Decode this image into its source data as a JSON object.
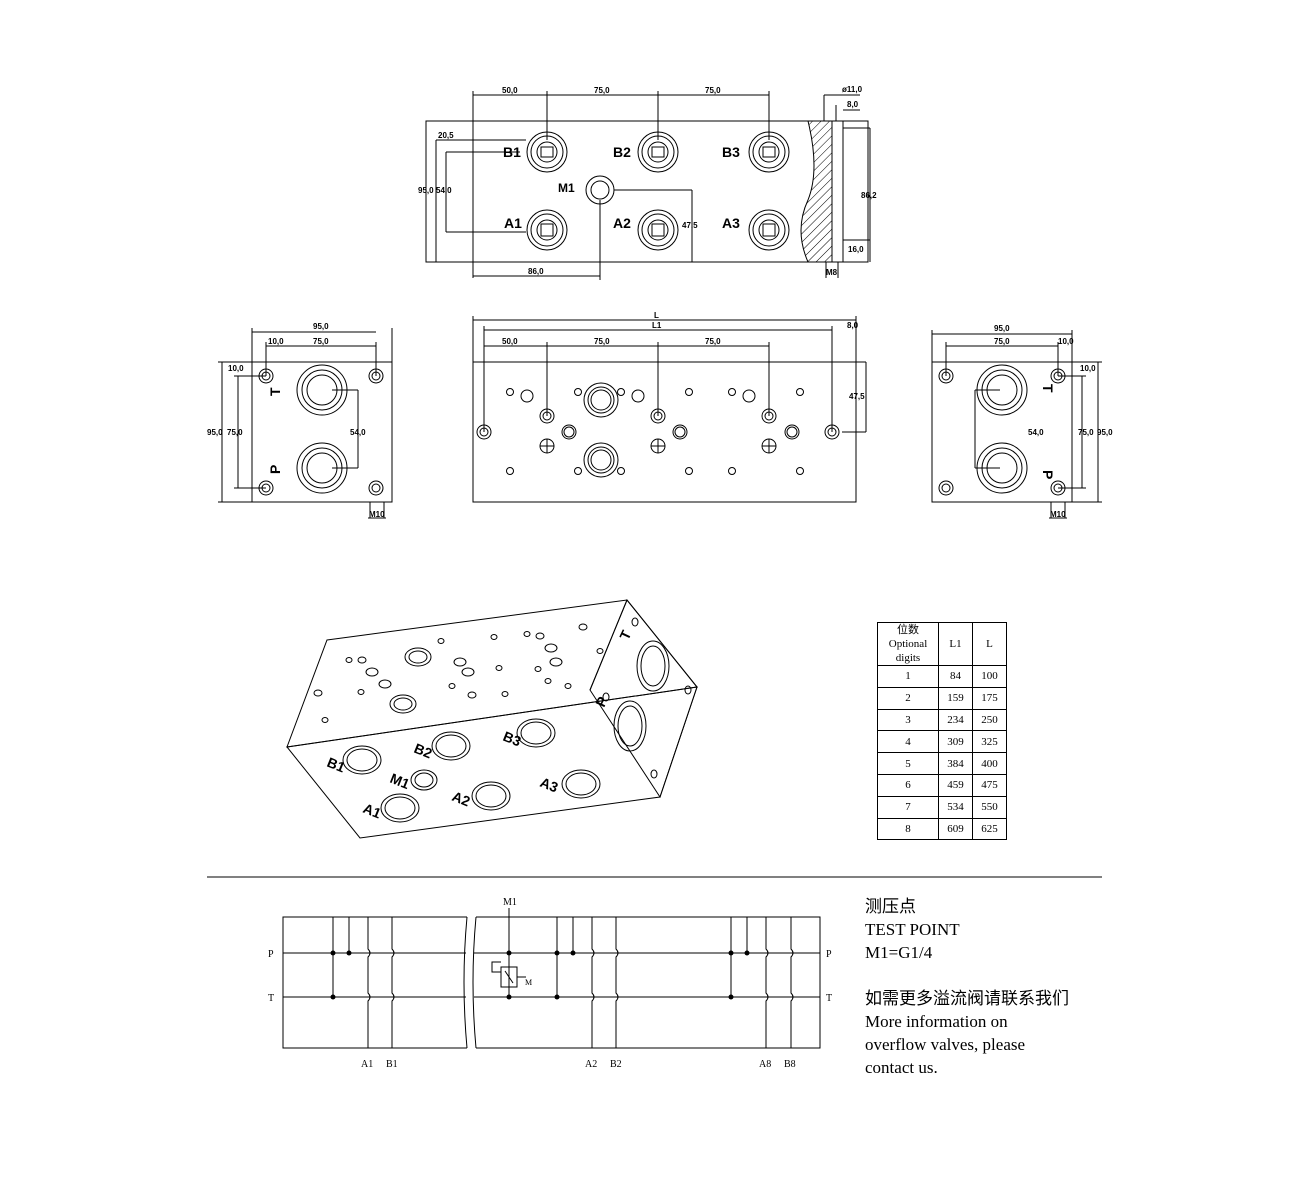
{
  "top_view": {
    "dims": {
      "d50": "50,0",
      "d75a": "75,0",
      "d75b": "75,0",
      "d205": "20,5",
      "d950": "95,0",
      "d540": "54,0",
      "d860": "86,0",
      "d475": "47,5",
      "phi11": "ø11,0",
      "d80": "8,0",
      "d862": "86,2",
      "d160": "16,0",
      "m8": "M8"
    },
    "ports": {
      "b1": "B1",
      "b2": "B2",
      "b3": "B3",
      "a1": "A1",
      "a2": "A2",
      "a3": "A3",
      "m1": "M1"
    }
  },
  "left_view": {
    "dims": {
      "w950": "95,0",
      "w100": "10,0",
      "w750": "75,0",
      "h100": "10,0",
      "h950": "95,0",
      "h750": "75,0",
      "d540": "54,0",
      "m10": "M10"
    },
    "ports": {
      "t": "T",
      "p": "P"
    }
  },
  "front_view": {
    "dims": {
      "L": "L",
      "L1": "L1",
      "d80": "8,0",
      "d50": "50,0",
      "d75a": "75,0",
      "d75b": "75,0",
      "d475": "47,5"
    }
  },
  "right_view": {
    "dims": {
      "w950": "95,0",
      "w750": "75,0",
      "w100": "10,0",
      "h100": "10,0",
      "d540": "54,0",
      "h750": "75,0",
      "h950": "95,0",
      "m10": "M10"
    },
    "ports": {
      "t": "T",
      "p": "P"
    }
  },
  "iso_view": {
    "ports": {
      "b1": "B1",
      "b2": "B2",
      "b3": "B3",
      "m1": "M1",
      "a1": "A1",
      "a2": "A2",
      "a3": "A3",
      "t": "T",
      "p": "P"
    }
  },
  "digits_table": {
    "header_line1": "位数",
    "header_line2": "Optional",
    "header_line3": "digits",
    "col_l1": "L1",
    "col_l": "L",
    "rows": [
      {
        "n": "1",
        "l1": "84",
        "l": "100"
      },
      {
        "n": "2",
        "l1": "159",
        "l": "175"
      },
      {
        "n": "3",
        "l1": "234",
        "l": "250"
      },
      {
        "n": "4",
        "l1": "309",
        "l": "325"
      },
      {
        "n": "5",
        "l1": "384",
        "l": "400"
      },
      {
        "n": "6",
        "l1": "459",
        "l": "475"
      },
      {
        "n": "7",
        "l1": "534",
        "l": "550"
      },
      {
        "n": "8",
        "l1": "609",
        "l": "625"
      }
    ]
  },
  "schematic": {
    "m1": "M1",
    "m1_small": "M",
    "p_left": "P",
    "t_left": "T",
    "p_right": "P",
    "t_right": "T",
    "a1": "A1",
    "b1": "B1",
    "a2": "A2",
    "b2": "B2",
    "a8": "A8",
    "b8": "B8"
  },
  "notes": {
    "cn_test": "测压点",
    "en_test": "TEST POINT",
    "m1_thread": "M1=G1/4",
    "cn_more": "如需更多溢流阀请联系我们",
    "en_more_1": "More information on",
    "en_more_2": "overflow valves, please",
    "en_more_3": "contact us."
  }
}
